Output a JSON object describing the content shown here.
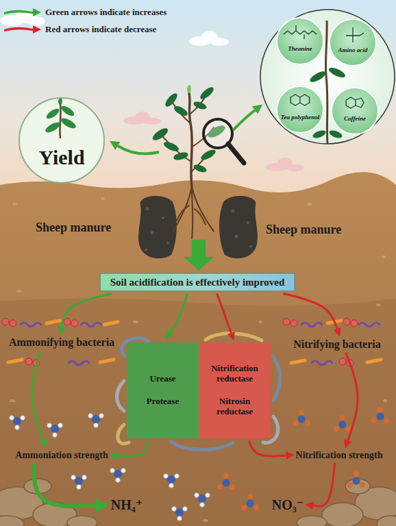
{
  "diagram": {
    "nodes": [
      {
        "text": [
          "Yield"
        ]
      },
      {
        "text": [
          "Theanine"
        ]
      },
      {
        "text": [
          "Amino acid"
        ]
      },
      {
        "text": [
          "Tea polyphenol"
        ]
      },
      {
        "text": [
          "Caffeine"
        ]
      },
      {
        "text": [
          "Soil acidification is effectively improved"
        ]
      },
      {
        "text": [
          "Ammonifying bacteria"
        ]
      },
      {
        "text": [
          "Nitrifying bacteria"
        ]
      },
      {
        "text": [
          "Urease",
          "Protease"
        ]
      },
      {
        "text": [
          "Nitrification reductase",
          "Nitrosin reductase"
        ]
      },
      {
        "text": [
          "Ammoniation strength"
        ]
      },
      {
        "text": [
          "Nitrification strength"
        ]
      },
      {
        "text": [
          "NH₄⁺"
        ]
      },
      {
        "text": [
          "NO₃⁻"
        ]
      }
    ],
    "edges": [
      {
        "from": 5,
        "to": 6,
        "arrow": "to"
      },
      {
        "from": 5,
        "to": 8,
        "arrow": "to"
      },
      {
        "from": 5,
        "to": 9,
        "arrow": "to"
      },
      {
        "from": 5,
        "to": 7,
        "arrow": "to"
      },
      {
        "from": 6,
        "to": 10,
        "arrow": "to"
      },
      {
        "from": 8,
        "to": 10,
        "arrow": "to"
      },
      {
        "from": 9,
        "to": 11,
        "arrow": "to"
      },
      {
        "from": 7,
        "to": 11,
        "arrow": "to"
      },
      {
        "from": 10,
        "to": 12,
        "arrow": "to"
      },
      {
        "from": 11,
        "to": 13,
        "arrow": "to"
      }
    ],
    "labels": [
      "Sheep manure",
      "Sheep manure"
    ],
    "legend": [
      {
        "text": "Green arrows indicate increases",
        "color": "#3aa935"
      },
      {
        "text": "Red arrows indicate decrease",
        "color": "#d7262c"
      }
    ]
  }
}
